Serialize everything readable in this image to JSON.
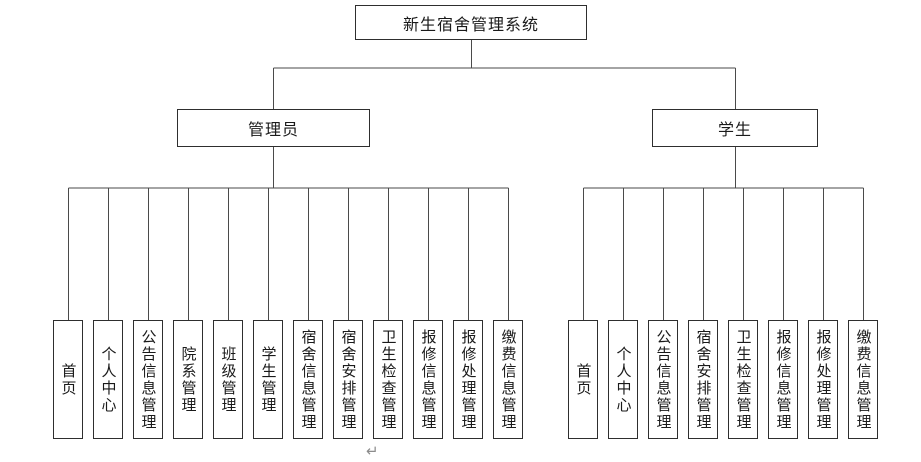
{
  "root": {
    "label": "新生宿舍管理系统"
  },
  "branches": [
    {
      "label": "管理员",
      "children": [
        "首页",
        "个人中心",
        "公告信息管理",
        "院系管理",
        "班级管理",
        "学生管理",
        "宿舍信息管理",
        "宿舍安排管理",
        "卫生检查管理",
        "报修信息管理",
        "报修处理管理",
        "缴费信息管理"
      ]
    },
    {
      "label": "学生",
      "children": [
        "首页",
        "个人中心",
        "公告信息管理",
        "宿舍安排管理",
        "卫生检查管理",
        "报修信息管理",
        "报修处理管理",
        "缴费信息管理"
      ]
    }
  ],
  "footer": {
    "paragraph_mark": "↵"
  },
  "colors": {
    "background": "#ffffff",
    "box_border": "#2e2e2e",
    "connector_line": "#4a4a4a",
    "text": "#1a1a1a",
    "paragraph_mark": "#8c8c8c"
  }
}
